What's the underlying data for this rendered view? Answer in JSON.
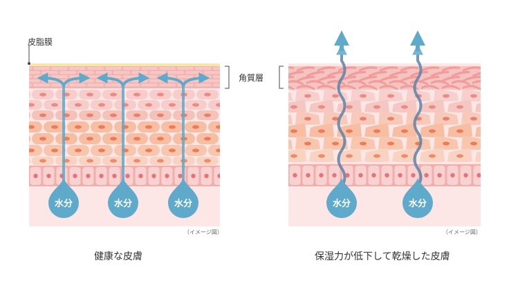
{
  "labels": {
    "sebum_membrane": "皮脂膜",
    "stratum_corneum": "角質層",
    "water_drop": "水分",
    "image_note": "（イメージ図）"
  },
  "captions": {
    "healthy": "健康な皮膚",
    "dry": "保湿力が低下して乾燥した皮膚"
  },
  "colors": {
    "sebum": "#f8e7ac",
    "corneum_band": "#f2b2b0",
    "cell_light": "#f6cdca",
    "cell_orange": "#f6bea2",
    "nucleus_dark": "#e9806c",
    "basal": "#f1aeaa",
    "base_pink": "#fce6e6",
    "water_blue": "#5fa9cb"
  },
  "panels": {
    "healthy": {
      "water_drops": 3,
      "water_state": "retained"
    },
    "dry": {
      "water_drops": 2,
      "water_state": "evaporating"
    }
  }
}
